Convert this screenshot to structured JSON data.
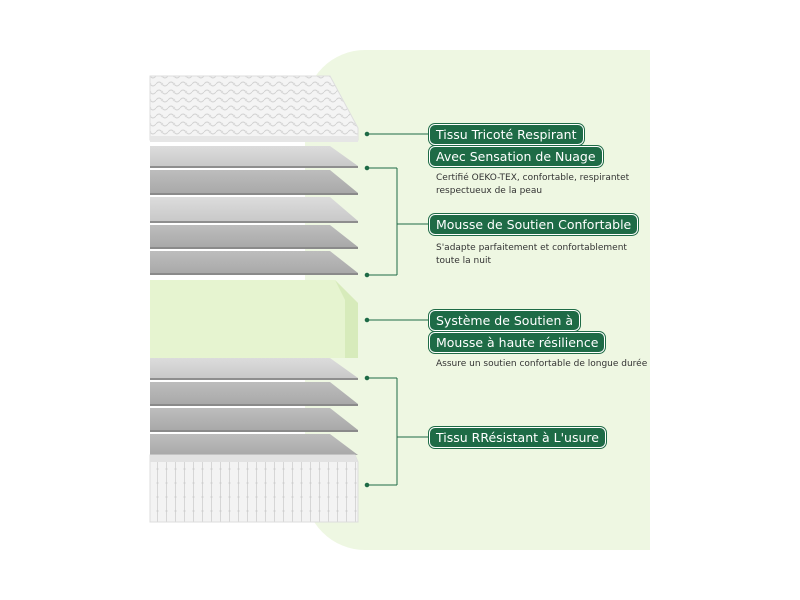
{
  "colors": {
    "accent": "#1e6b46",
    "panel": "#eef7e2",
    "foam": "#e8f5d4",
    "gray_layer": "#b3b3b3",
    "quilt": "#f2f2f2"
  },
  "labels": [
    {
      "lines": [
        "Tissu Tricoté Respirant",
        "Avec Sensation de Nuage"
      ],
      "description": "Certifié OEKO-TEX, confortable, respirantet respectueux de la peau"
    },
    {
      "lines": [
        "Mousse de Soutien Confortable"
      ],
      "description": "S'adapte parfaitement et confortablement toute la nuit"
    },
    {
      "lines": [
        "Système de Soutien à",
        "Mousse à haute résilience"
      ],
      "description": "Assure un soutien confortable de longue durée"
    },
    {
      "lines": [
        "Tissu RRésistant à L'usure"
      ],
      "description": ""
    }
  ]
}
